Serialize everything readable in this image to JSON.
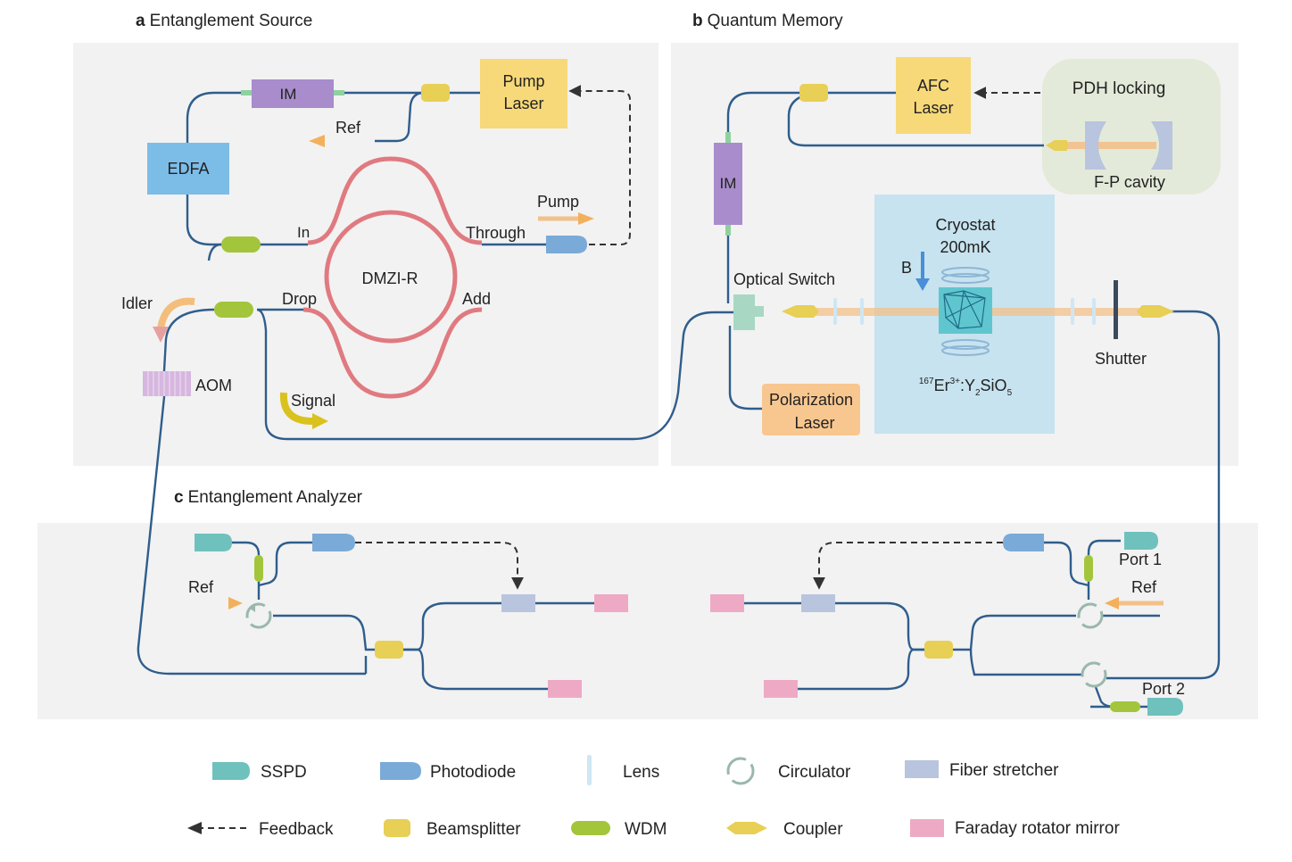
{
  "panels": {
    "a": {
      "letter": "a",
      "title": "Entanglement Source"
    },
    "b": {
      "letter": "b",
      "title": "Quantum Memory"
    },
    "c": {
      "letter": "c",
      "title": "Entanglement Analyzer"
    }
  },
  "source": {
    "pump_laser": "Pump Laser",
    "pump_laser_l1": "Pump",
    "pump_laser_l2": "Laser",
    "im": "IM",
    "edfa": "EDFA",
    "ref": "Ref",
    "dmzi": "DMZI-R",
    "in": "In",
    "through": "Through",
    "pump": "Pump",
    "drop": "Drop",
    "add": "Add",
    "idler": "Idler",
    "aom": "AOM",
    "signal": "Signal"
  },
  "memory": {
    "afc_l1": "AFC",
    "afc_l2": "Laser",
    "pdh": "PDH locking",
    "fp_cavity": "F-P cavity",
    "im": "IM",
    "cryostat": "Cryostat",
    "temperature": "200mK",
    "b_field": "B",
    "optical_switch": "Optical Switch",
    "shutter": "Shutter",
    "pol_l1": "Polarization",
    "pol_l2": "Laser",
    "crystal_iso": "167",
    "crystal_el": "Er",
    "crystal_ion": "3+",
    "crystal_host_a": ":Y",
    "crystal_sub1": "2",
    "crystal_host_b": "SiO",
    "crystal_sub2": "5"
  },
  "analyzer": {
    "ref_left": "Ref",
    "ref_right": "Ref",
    "port1": "Port 1",
    "port2": "Port 2"
  },
  "legend": [
    {
      "label": "SSPD",
      "icon": "sspd-icon"
    },
    {
      "label": "Photodiode",
      "icon": "photodiode-icon"
    },
    {
      "label": "Lens",
      "icon": "lens-icon"
    },
    {
      "label": "Circulator",
      "icon": "circulator-icon"
    },
    {
      "label": "Fiber stretcher",
      "icon": "fiber-stretcher-icon"
    },
    {
      "label": "Feedback",
      "icon": "feedback-arrow-icon"
    },
    {
      "label": "Beamsplitter",
      "icon": "beamsplitter-icon"
    },
    {
      "label": "WDM",
      "icon": "wdm-icon"
    },
    {
      "label": "Coupler",
      "icon": "coupler-icon"
    },
    {
      "label": "Faraday rotator mirror",
      "icon": "faraday-mirror-icon"
    }
  ],
  "colors": {
    "fiber": "#2f5d8c",
    "ring": "#e07a80",
    "beamsplitter": "#e8cf55",
    "wdm": "#a3c53b",
    "sspd": "#6fc1bd",
    "photodiode": "#7aaad8",
    "stretcher": "#b9c4de",
    "frm": "#eeaac5",
    "im": "#a88ccc",
    "edfa": "#7cbde8",
    "laser": "#f7d979",
    "pol_laser": "#f8c790",
    "cryostat": "#c7e3ef"
  }
}
